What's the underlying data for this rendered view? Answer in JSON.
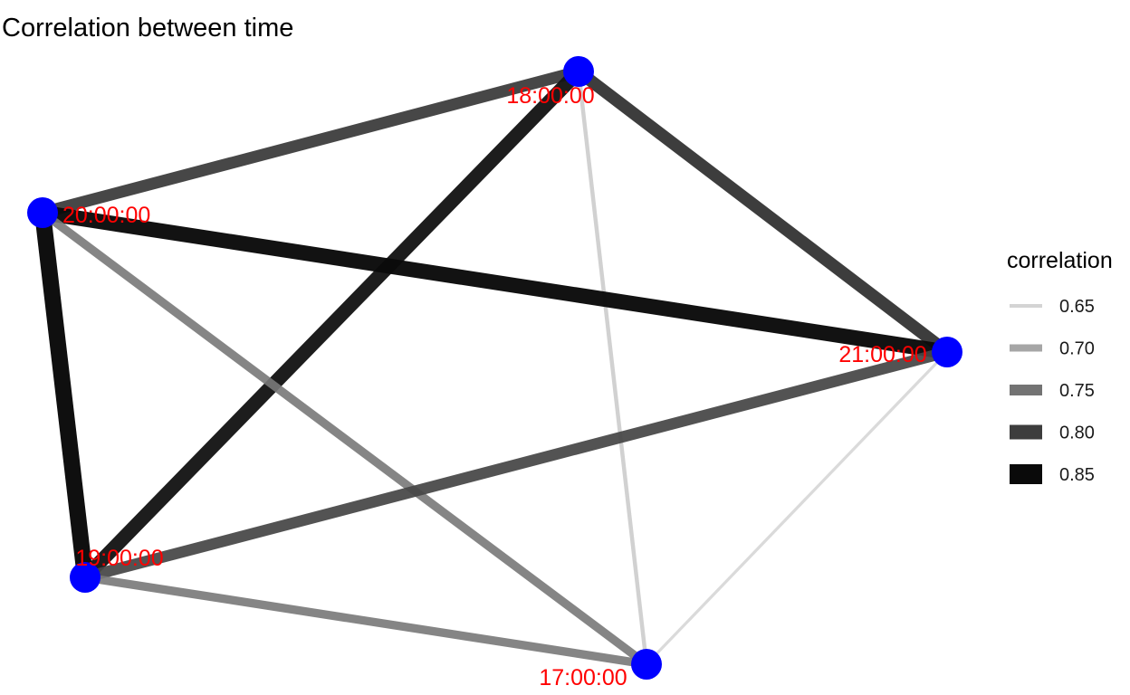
{
  "title": "Correlation between time",
  "colors": {
    "node_fill": "#0000ff",
    "label_color": "#ff0000",
    "edge_color": "#000000"
  },
  "legend": {
    "title": "correlation",
    "position": "right",
    "entries": [
      {
        "value": 0.65,
        "label": "0.65",
        "color": "#d4d4d4"
      },
      {
        "value": 0.7,
        "label": "0.70",
        "color": "#a6a6a6"
      },
      {
        "value": 0.75,
        "label": "0.75",
        "color": "#737373"
      },
      {
        "value": 0.8,
        "label": "0.80",
        "color": "#3d3d3d"
      },
      {
        "value": 0.85,
        "label": "0.85",
        "color": "#0a0a0a"
      }
    ]
  },
  "nodes": [
    {
      "id": "18:00:00",
      "label": "18:00:00"
    },
    {
      "id": "20:00:00",
      "label": "20:00:00"
    },
    {
      "id": "21:00:00",
      "label": "21:00:00"
    },
    {
      "id": "19:00:00",
      "label": "19:00:00"
    },
    {
      "id": "17:00:00",
      "label": "17:00:00"
    }
  ],
  "edges": [
    {
      "source": "20:00:00",
      "target": "18:00:00",
      "correlation": 0.8
    },
    {
      "source": "18:00:00",
      "target": "21:00:00",
      "correlation": 0.81
    },
    {
      "source": "18:00:00",
      "target": "19:00:00",
      "correlation": 0.84
    },
    {
      "source": "18:00:00",
      "target": "17:00:00",
      "correlation": 0.66
    },
    {
      "source": "20:00:00",
      "target": "21:00:00",
      "correlation": 0.86
    },
    {
      "source": "20:00:00",
      "target": "19:00:00",
      "correlation": 0.88
    },
    {
      "source": "20:00:00",
      "target": "17:00:00",
      "correlation": 0.74
    },
    {
      "source": "21:00:00",
      "target": "19:00:00",
      "correlation": 0.79
    },
    {
      "source": "21:00:00",
      "target": "17:00:00",
      "correlation": 0.64
    },
    {
      "source": "19:00:00",
      "target": "17:00:00",
      "correlation": 0.74
    }
  ]
}
